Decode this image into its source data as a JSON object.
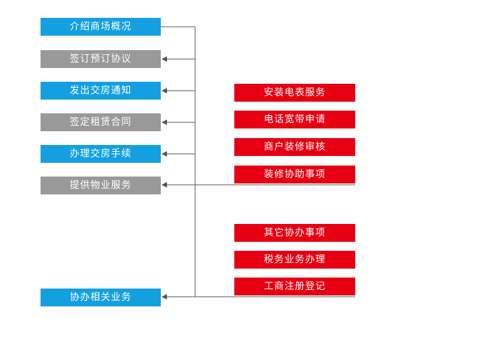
{
  "colors": {
    "blue": "#14a0e0",
    "gray": "#999999",
    "red": "#e60012",
    "line": "#555555"
  },
  "left_steps": [
    {
      "label": "介绍商场概况",
      "color": "blue"
    },
    {
      "label": "签订预订协议",
      "color": "gray"
    },
    {
      "label": "发出交房通知",
      "color": "blue"
    },
    {
      "label": "签定租赁合同",
      "color": "gray"
    },
    {
      "label": "办理交房手续",
      "color": "blue"
    },
    {
      "label": "提供物业服务",
      "color": "gray"
    },
    {
      "label": "协办相关业务",
      "color": "blue"
    }
  ],
  "property_services": [
    "安装电表服务",
    "电话宽带申请",
    "商户装修审核",
    "装修协助事项"
  ],
  "related_business": [
    "其它协办事项",
    "税务业务办理",
    "工商注册登记"
  ]
}
